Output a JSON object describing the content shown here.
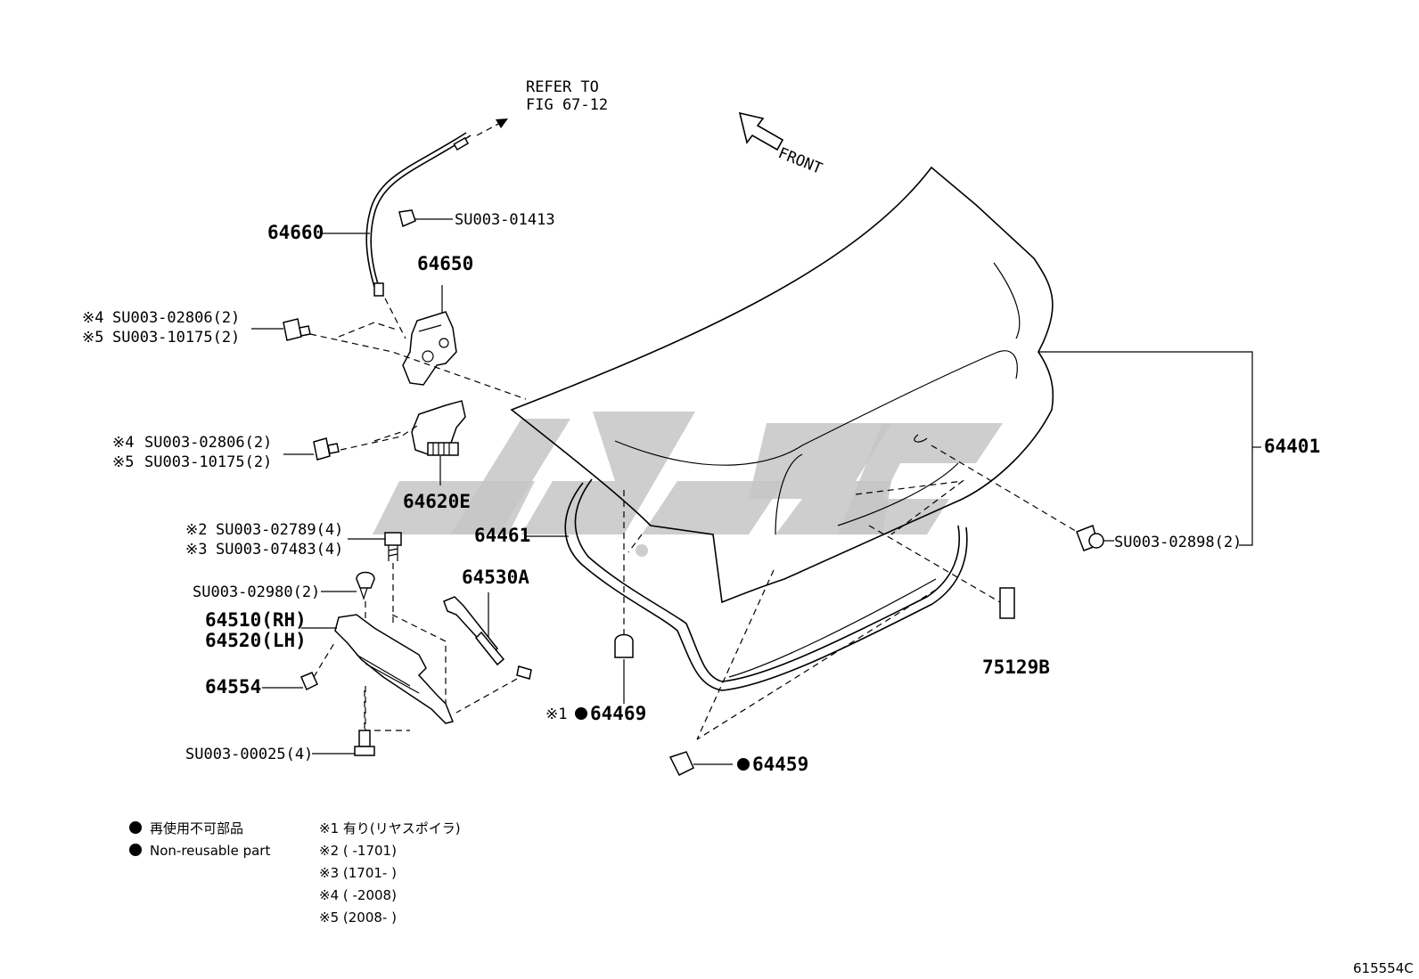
{
  "colors": {
    "ink": "#000000",
    "watermark": "#c6c6c6",
    "background": "#ffffff"
  },
  "refer": {
    "line1": "REFER TO",
    "line2": "FIG 67-12"
  },
  "front": "FRONT",
  "labels": {
    "p64660": "64660",
    "p64650": "64650",
    "su01413": "SU003-01413",
    "mark4a": "※4",
    "su02806a": "SU003-02806(2)",
    "mark5a": "※5",
    "su10175a": "SU003-10175(2)",
    "mark4b": "※4",
    "su02806b": "SU003-02806(2)",
    "mark5b": "※5",
    "su10175b": "SU003-10175(2)",
    "p64620e": "64620E",
    "mark2": "※2",
    "su02789": "SU003-02789(4)",
    "mark3": "※3",
    "su07483": "SU003-07483(4)",
    "su02980": "SU003-02980(2)",
    "p64510": "64510(RH)",
    "p64520": "64520(LH)",
    "p64554": "64554",
    "su00025": "SU003-00025(4)",
    "p64530a": "64530A",
    "p64461": "64461",
    "mark1": "※1",
    "p64469": "64469",
    "p64459": "64459",
    "p64401": "64401",
    "su02898": "SU003-02898(2)",
    "p75129b": "75129B"
  },
  "legend": {
    "jp": "再使用不可部品",
    "en": "Non-reusable part",
    "notes": [
      "※1 有り(リヤスポイラ)",
      "※2 (        -1701)",
      "※3 (1701-        )",
      "※4 (        -2008)",
      "※5 (2008-        )"
    ]
  },
  "figure_code": "615554C"
}
